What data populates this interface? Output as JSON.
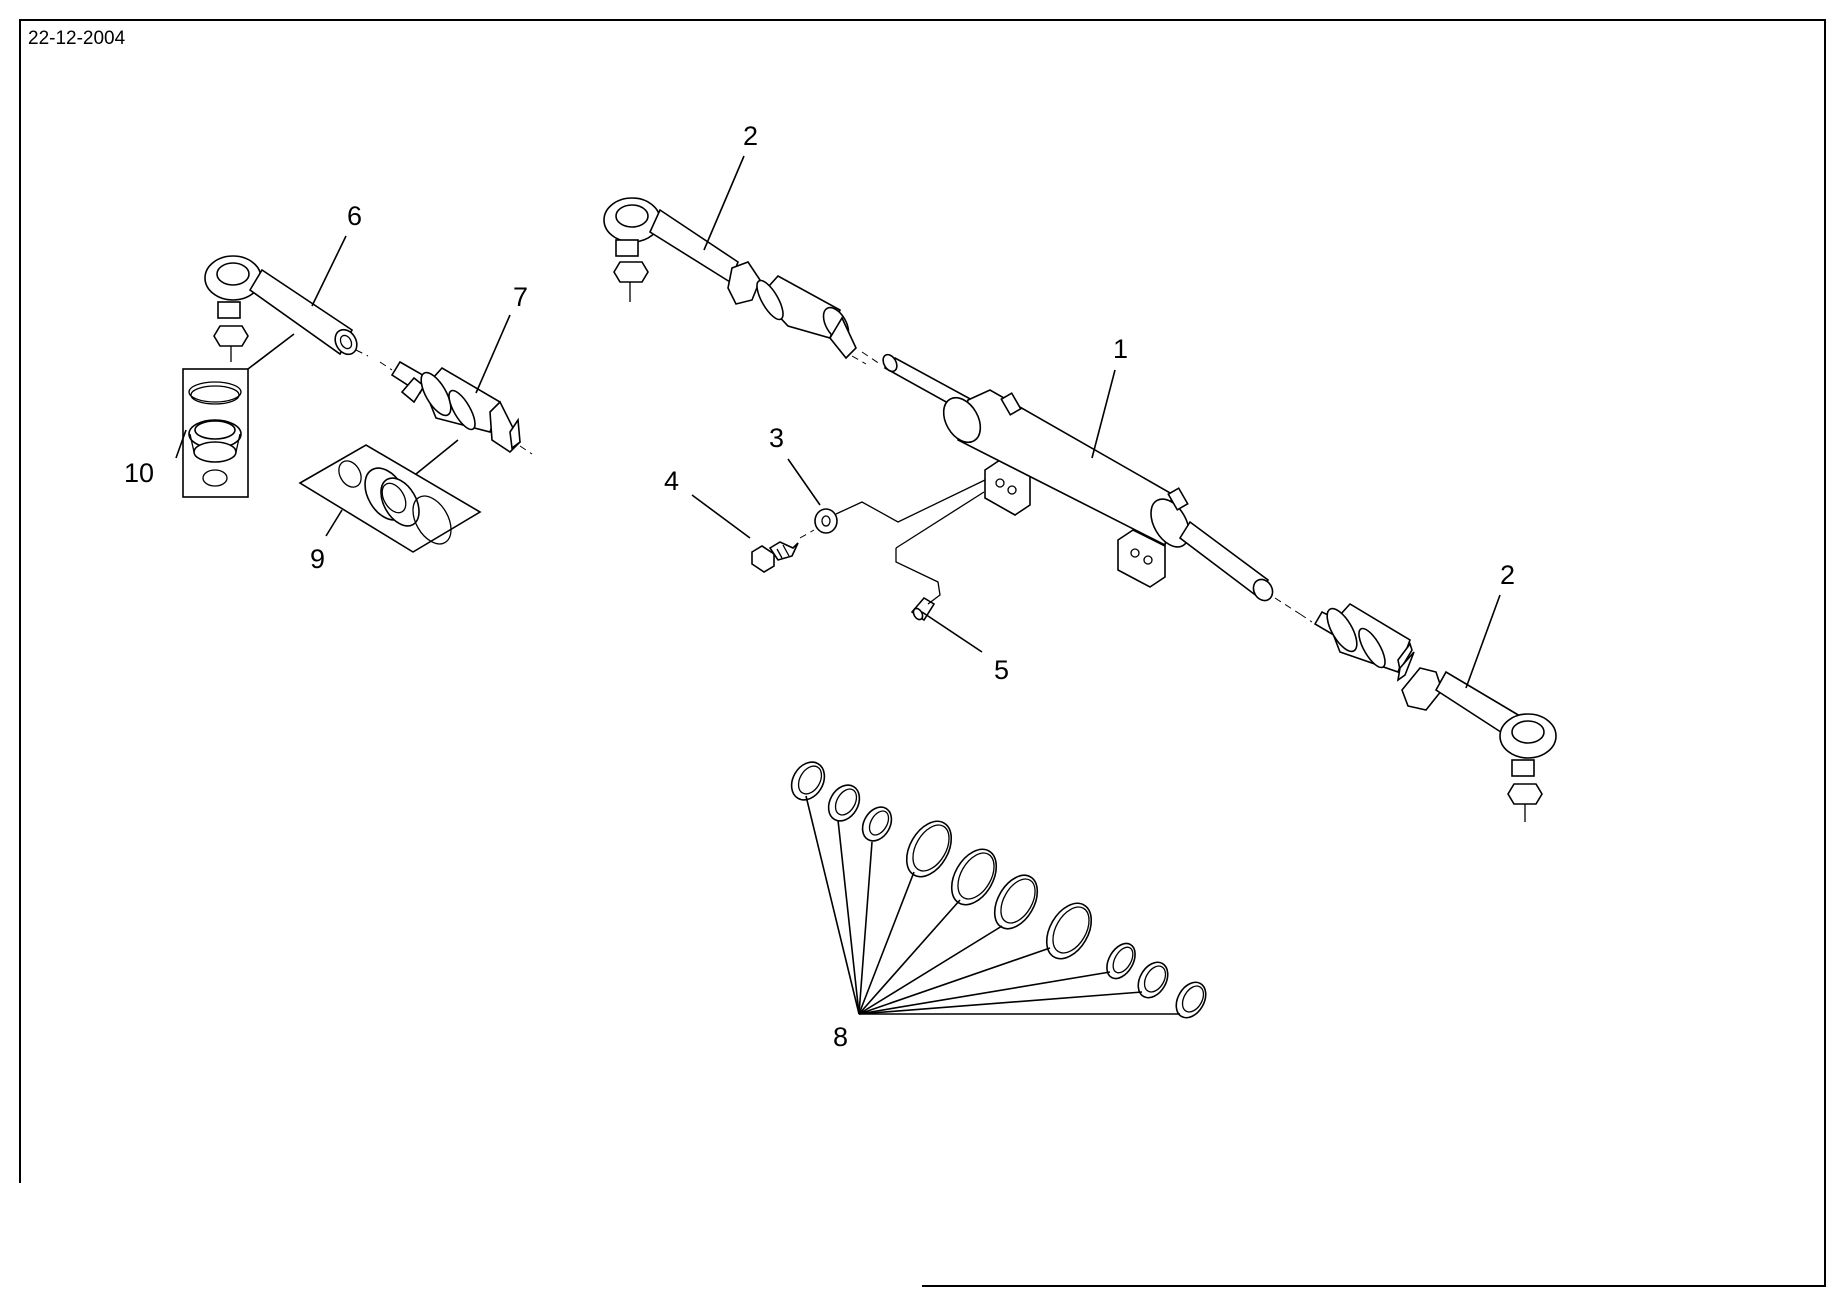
{
  "drawing": {
    "date": "22-12-2004",
    "callouts": {
      "c1": "1",
      "c2a": "2",
      "c2b": "2",
      "c3": "3",
      "c4": "4",
      "c5": "5",
      "c6": "6",
      "c7": "7",
      "c8": "8",
      "c9": "9",
      "c10": "10"
    }
  }
}
